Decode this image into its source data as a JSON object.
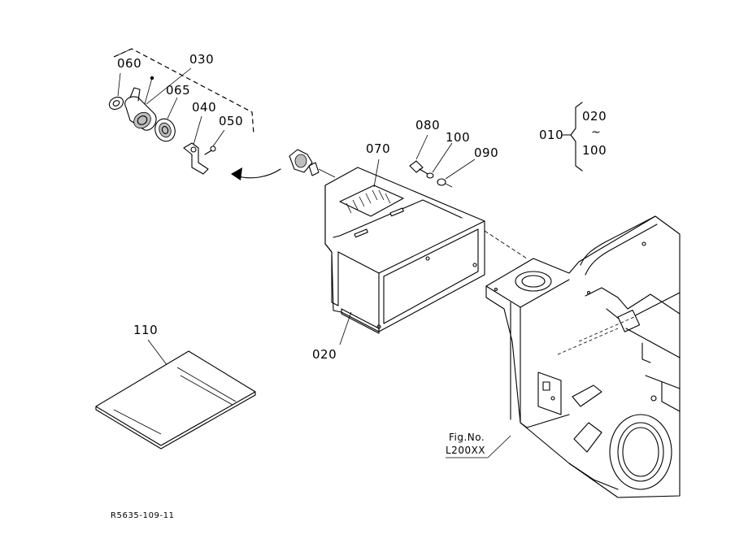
{
  "labels": {
    "p060": "060",
    "p030": "030",
    "p065": "065",
    "p040": "040",
    "p050": "050",
    "p080": "080",
    "p100": "100",
    "p090": "090",
    "p070": "070",
    "p020_box": "020",
    "p110": "110",
    "range_start": "010",
    "range_top": "020",
    "range_tilde": "~",
    "range_bottom": "100"
  },
  "reference": {
    "line1": "Fig.No.",
    "line2": "L200XX"
  },
  "footer": {
    "code": "R5635-109-11"
  }
}
